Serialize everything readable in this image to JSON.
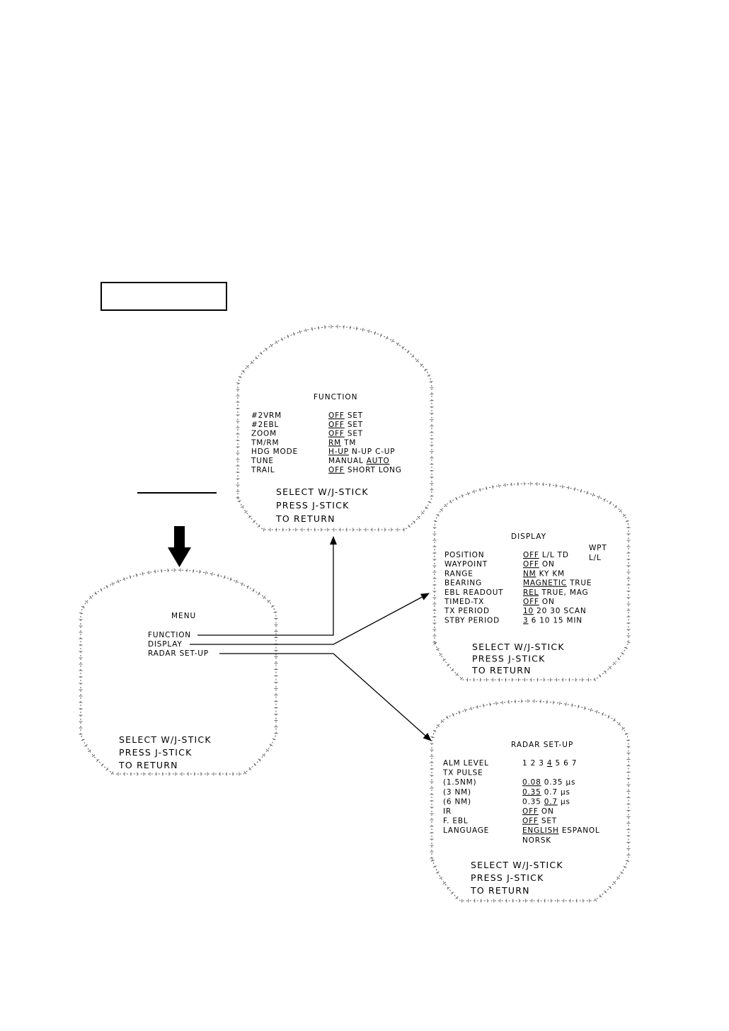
{
  "function_screen": {
    "title": "FUNCTION",
    "rows": [
      {
        "label": "#2VRM",
        "options": [
          {
            "t": "OFF",
            "sel": true
          },
          {
            "t": "SET"
          }
        ]
      },
      {
        "label": "#2EBL",
        "options": [
          {
            "t": "OFF",
            "sel": true
          },
          {
            "t": "SET"
          }
        ]
      },
      {
        "label": "ZOOM",
        "options": [
          {
            "t": "OFF",
            "sel": true
          },
          {
            "t": "SET"
          }
        ]
      },
      {
        "label": "TM/RM",
        "options": [
          {
            "t": "RM",
            "sel": true
          },
          {
            "t": "TM"
          }
        ]
      },
      {
        "label": "HDG MODE",
        "options": [
          {
            "t": "H-UP",
            "sel": true
          },
          {
            "t": "N-UP"
          },
          {
            "t": "C-UP"
          }
        ]
      },
      {
        "label": "TUNE",
        "options": [
          {
            "t": "MANUAL"
          },
          {
            "t": "AUTO",
            "sel": true
          }
        ]
      },
      {
        "label": "TRAIL",
        "options": [
          {
            "t": "OFF",
            "sel": true
          },
          {
            "t": "SHORT"
          },
          {
            "t": "LONG"
          }
        ]
      }
    ],
    "footer": [
      "SELECT  W/J-STICK",
      "PRESS  J-STICK",
      "TO RETURN"
    ]
  },
  "display_screen": {
    "title": "DISPLAY",
    "extra": [
      "WPT",
      "L/L"
    ],
    "rows": [
      {
        "label": "POSITION",
        "options": [
          {
            "t": "OFF",
            "sel": true
          },
          {
            "t": "L/L"
          },
          {
            "t": "TD"
          }
        ]
      },
      {
        "label": "WAYPOINT",
        "options": [
          {
            "t": "OFF",
            "sel": true
          },
          {
            "t": "ON"
          }
        ]
      },
      {
        "label": "RANGE",
        "options": [
          {
            "t": "NM",
            "sel": true
          },
          {
            "t": "KY"
          },
          {
            "t": "KM"
          }
        ]
      },
      {
        "label": "BEARING",
        "options": [
          {
            "t": "MAGNETIC",
            "sel": true
          },
          {
            "t": "TRUE"
          }
        ]
      },
      {
        "label": "EBL READOUT",
        "options": [
          {
            "t": "REL",
            "sel": true
          },
          {
            "t": "TRUE,"
          },
          {
            "t": "MAG"
          }
        ]
      },
      {
        "label": "TIMED-TX",
        "options": [
          {
            "t": "OFF",
            "sel": true
          },
          {
            "t": "ON"
          }
        ]
      },
      {
        "label": " TX PERIOD",
        "options": [
          {
            "t": "10",
            "sel": true
          },
          {
            "t": "20"
          },
          {
            "t": "30"
          },
          {
            "t": "SCAN"
          }
        ]
      },
      {
        "label": " STBY PERIOD",
        "options": [
          {
            "t": "3",
            "sel": true
          },
          {
            "t": "6"
          },
          {
            "t": "10"
          },
          {
            "t": "15"
          },
          {
            "t": "MIN"
          }
        ]
      }
    ],
    "footer": [
      "SELECT  W/J-STICK",
      "PRESS  J-STICK",
      "TO RETURN"
    ]
  },
  "menu_screen": {
    "title": "MENU",
    "items": [
      "FUNCTION",
      "DISPLAY",
      "RADAR SET-UP"
    ],
    "footer": [
      "SELECT  W/J-STICK",
      "PRESS  J-STICK",
      "TO RETURN"
    ]
  },
  "radar_screen": {
    "title": "RADAR SET-UP",
    "rows": [
      {
        "label": "ALM LEVEL",
        "options": [
          {
            "t": "1"
          },
          {
            "t": "2"
          },
          {
            "t": "3"
          },
          {
            "t": "4",
            "sel": true
          },
          {
            "t": "5"
          },
          {
            "t": "6"
          },
          {
            "t": "7"
          }
        ]
      },
      {
        "label": "TX PULSE",
        "options": []
      },
      {
        "label": " (1.5NM)",
        "options": [
          {
            "t": "0.08",
            "sel": true
          },
          {
            "t": "0.35"
          },
          {
            "t": "μs"
          }
        ]
      },
      {
        "label": " (3   NM)",
        "options": [
          {
            "t": "0.35",
            "sel": true
          },
          {
            "t": "0.7"
          },
          {
            "t": "μs"
          }
        ]
      },
      {
        "label": " (6   NM)",
        "options": [
          {
            "t": "0.35"
          },
          {
            "t": "0.7",
            "sel": true
          },
          {
            "t": "μs"
          }
        ]
      },
      {
        "label": "IR",
        "options": [
          {
            "t": "OFF",
            "sel": true
          },
          {
            "t": "ON"
          }
        ]
      },
      {
        "label": "F. EBL",
        "options": [
          {
            "t": "OFF",
            "sel": true
          },
          {
            "t": "SET"
          }
        ]
      },
      {
        "label": "LANGUAGE",
        "options": [
          {
            "t": "ENGLISH",
            "sel": true
          },
          {
            "t": "ESPANOL"
          }
        ]
      },
      {
        "label": "",
        "options": [
          {
            "t": "NORSK"
          }
        ]
      }
    ],
    "footer": [
      "SELECT  W/J-STICK",
      "PRESS  J-STICK",
      "TO RETURN"
    ]
  }
}
